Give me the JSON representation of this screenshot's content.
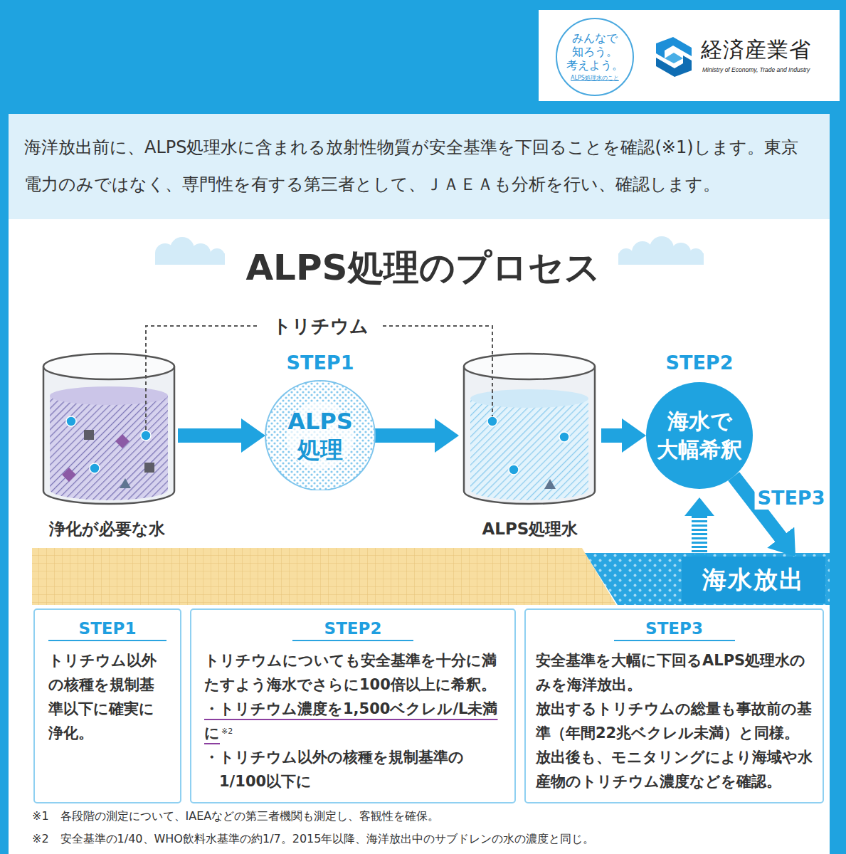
{
  "diagram": {
    "title": "ALPS処理のプロセス",
    "nodes": [
      {
        "text": [
          "みんなで 知ろう。 考えよう。",
          "ALPS処理水のこと"
        ]
      },
      {
        "text": [
          "海洋放出前に、ALPS処理水に含まれる放射性物質が安全基準を下回ることを確認(※1)します。東京電力のみではなく、専門性を有する第三者として、ＪＡＥＡも分析を行い、確認します。"
        ]
      },
      {
        "text": [
          "浄化が必要な水"
        ]
      },
      {
        "text": [
          "STEP1",
          "ALPS 処理"
        ]
      },
      {
        "text": [
          "ALPS処理水"
        ]
      },
      {
        "text": [
          "STEP2",
          "海水で 大幅希釈"
        ]
      },
      {
        "text": [
          "海水放出"
        ]
      },
      {
        "text": [
          "STEP1",
          "トリチウム以外の核種を規制基準以下に確実に浄化。"
        ]
      },
      {
        "text": [
          "STEP2",
          "トリチウムについても安全基準を十分に満たすよう海水でさらに100倍以上に希釈。",
          "・トリチウム濃度を1,500ベクレル/L未満に",
          "※2",
          "・トリチウム以外の核種を規制基準の1/100以下に"
        ]
      },
      {
        "text": [
          "STEP3",
          "安全基準を大幅に下回るALPS処理水のみを海洋放出。",
          "放出するトリチウムの総量も事故前の基準（年間22兆ベクレル未満）と同様。",
          "放出後も、モニタリングにより海域や水産物のトリチウム濃度などを確認。"
        ]
      }
    ],
    "edges": [
      {
        "from": 2,
        "to": 3,
        "arrow": "to"
      },
      {
        "from": 3,
        "to": 4,
        "arrow": "to"
      },
      {
        "from": 4,
        "to": 5,
        "arrow": "to"
      },
      {
        "from": 5,
        "to": 6,
        "label": "STEP3",
        "arrow": "to"
      },
      {
        "from": 6,
        "to": 5,
        "arrow": "to"
      }
    ],
    "labels": [
      "経済産業省",
      "Ministry of Economy, Trade and Industry",
      "トリチウム",
      "※1　各段階の測定について、IAEAなどの第三者機関も測定し、客観性を確保。",
      "※2　安全基準の1/40、WHO飲料水基準の約1/7。2015年以降、海洋放出中のサブドレンの水の濃度と同じ。"
    ]
  }
}
